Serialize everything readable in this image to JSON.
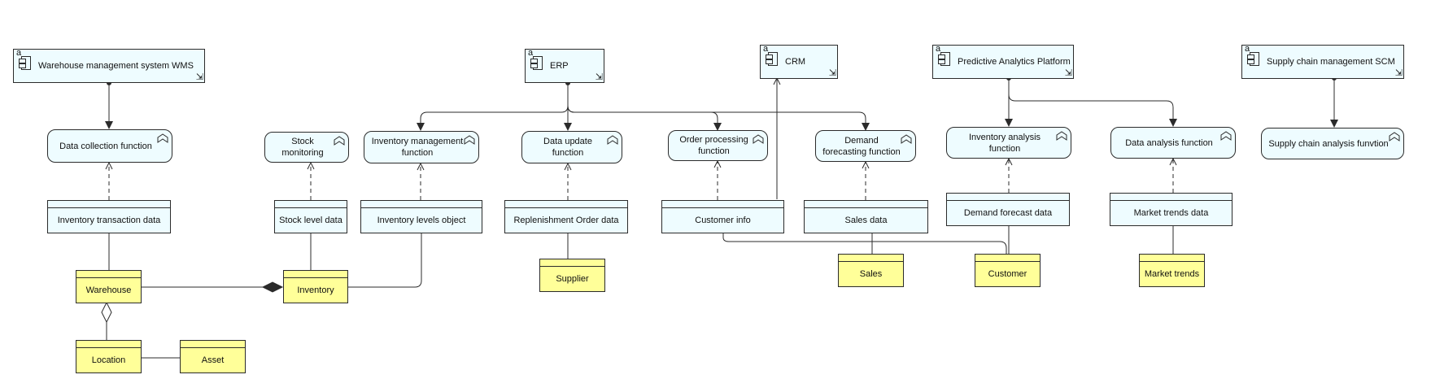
{
  "application_components": [
    {
      "id": "wms",
      "label": "Warehouse management system WMS"
    },
    {
      "id": "erp",
      "label": "ERP"
    },
    {
      "id": "crm",
      "label": "CRM"
    },
    {
      "id": "pap",
      "label": "Predictive Analytics Platform"
    },
    {
      "id": "scm",
      "label": "Supply chain management SCM"
    }
  ],
  "component_type_letter": "a",
  "component_flow_glyph": "⇲",
  "application_functions": [
    {
      "id": "data-collection",
      "label": "Data collection function"
    },
    {
      "id": "stock-monitoring",
      "label": "Stock monitoring"
    },
    {
      "id": "inventory-management",
      "label": "Inventory management function"
    },
    {
      "id": "data-update",
      "label": "Data update function"
    },
    {
      "id": "order-processing",
      "label": "Order processing function"
    },
    {
      "id": "demand-forecasting",
      "label": "Demand forecasting function"
    },
    {
      "id": "inventory-analysis",
      "label": "Inventory analysis function"
    },
    {
      "id": "data-analysis",
      "label": "Data analysis function"
    },
    {
      "id": "supply-chain-analysis",
      "label": "Supply chain analysis funvtion"
    }
  ],
  "data_objects": [
    {
      "id": "inventory-transaction-data",
      "label": "Inventory transaction data"
    },
    {
      "id": "stock-level-data",
      "label": "Stock level data"
    },
    {
      "id": "inventory-levels-object",
      "label": "Inventory levels object"
    },
    {
      "id": "replenishment-order-data",
      "label": "Replenishment Order data"
    },
    {
      "id": "customer-info",
      "label": "Customer info"
    },
    {
      "id": "sales-data",
      "label": "Sales data"
    },
    {
      "id": "demand-forecast-data",
      "label": "Demand forecast data"
    },
    {
      "id": "market-trends-data",
      "label": "Market trends data"
    }
  ],
  "business_objects": [
    {
      "id": "warehouse",
      "label": "Warehouse"
    },
    {
      "id": "inventory",
      "label": "Inventory"
    },
    {
      "id": "supplier",
      "label": "Supplier"
    },
    {
      "id": "sales",
      "label": "Sales"
    },
    {
      "id": "customer",
      "label": "Customer"
    },
    {
      "id": "market-trends",
      "label": "Market trends"
    },
    {
      "id": "location",
      "label": "Location"
    },
    {
      "id": "asset",
      "label": "Asset"
    }
  ],
  "colors": {
    "application_fill": "#eefcff",
    "business_fill": "#ffff99",
    "line": "#2b2b2b"
  }
}
